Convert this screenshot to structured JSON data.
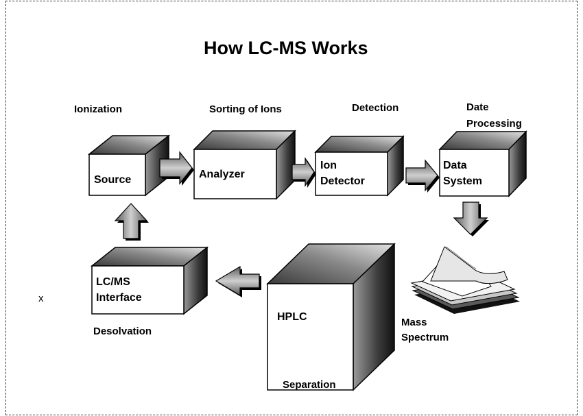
{
  "title": "How LC-MS Works",
  "stages": {
    "ionization": "Ionization",
    "sorting": "Sorting of Ions",
    "detection": "Detection",
    "processing_line1": "Date",
    "processing_line2": "Processing",
    "desolvation": "Desolvation",
    "separation": "Separation"
  },
  "components": {
    "source": "Source",
    "analyzer": "Analyzer",
    "detector_line1": "Ion",
    "detector_line2": "Detector",
    "data_system_line1": "Data",
    "data_system_line2": "System",
    "interface_line1": "LC/MS",
    "interface_line2": "Interface",
    "hplc": "HPLC"
  },
  "output": {
    "line1": "Mass",
    "line2": "Spectrum"
  },
  "stray_mark": "x"
}
